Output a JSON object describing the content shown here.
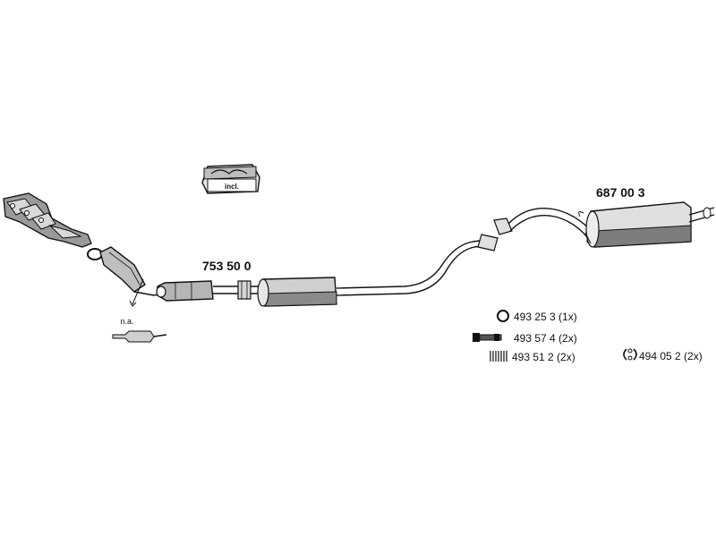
{
  "parts": {
    "main_pipe": "753 50 0",
    "rear_silencer": "687 00 3",
    "kit_label": "incl.",
    "sensor_note": "n.a."
  },
  "accessories": [
    {
      "part": "493 25 3 (1x)",
      "icon": "ring-gasket-icon"
    },
    {
      "part": "493 57 4 (2x)",
      "icon": "bolt-icon"
    },
    {
      "part": "493 51 2 (2x)",
      "icon": "spring-icon"
    },
    {
      "part": "494 05 2 (2x)",
      "icon": "rubber-mount-icon"
    }
  ],
  "colors": {
    "line": "#111111",
    "shade": "#8a8a8a",
    "light_shade": "#d4d4d4"
  }
}
